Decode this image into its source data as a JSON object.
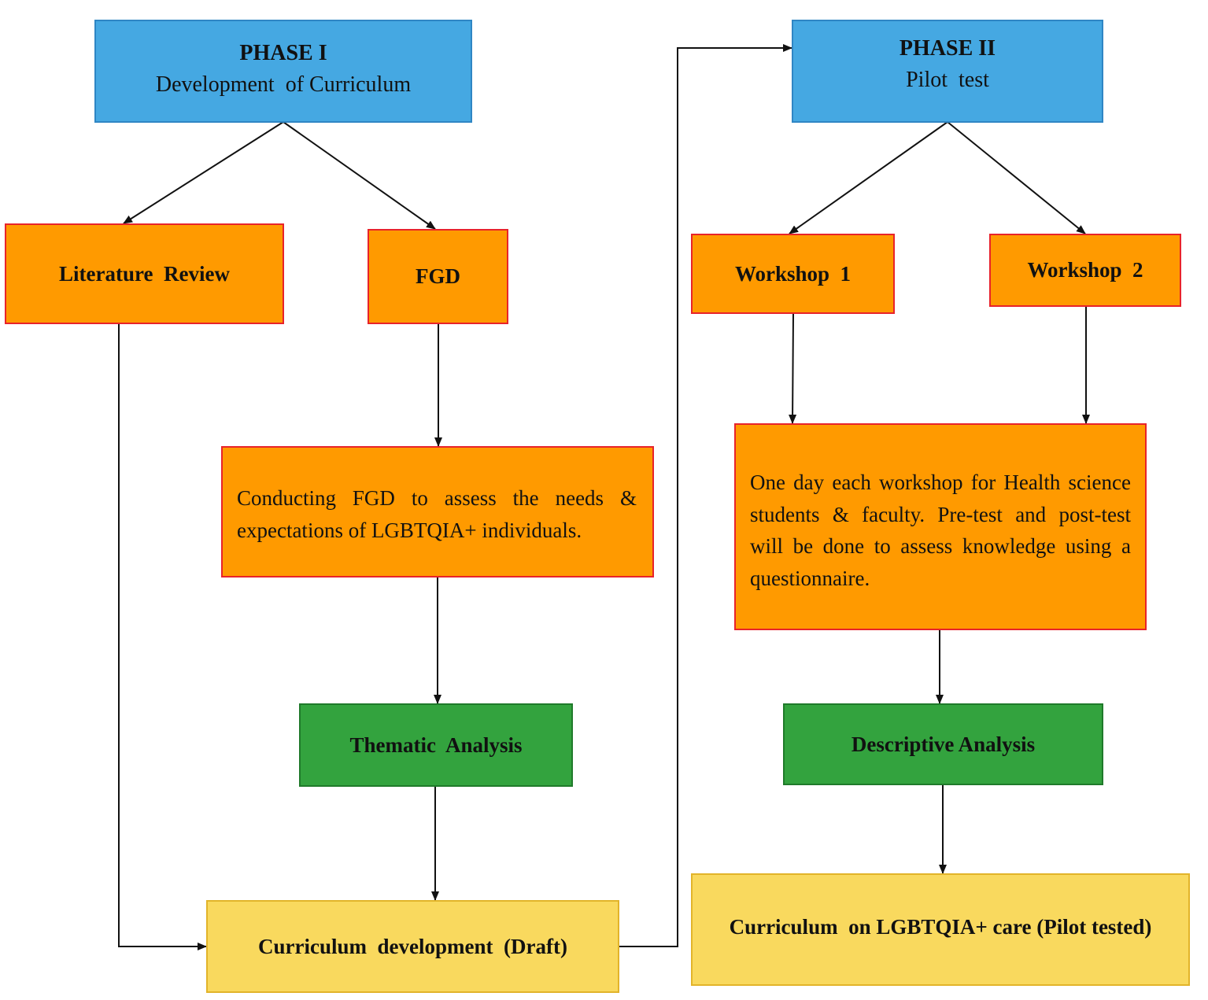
{
  "phase1": {
    "title": "PHASE I",
    "subtitle": "Development  of Curriculum"
  },
  "phase2": {
    "title": "PHASE II",
    "subtitle": "Pilot  test"
  },
  "literature_review": "Literature  Review",
  "fgd": "FGD",
  "fgd_detail": "Conducting  FGD  to  assess  the  needs  &  expectations  of LGBTQIA+ individuals.",
  "thematic_analysis": "Thematic  Analysis",
  "curriculum_draft": "Curriculum  development  (Draft)",
  "workshop1": "Workshop  1",
  "workshop2": "Workshop  2",
  "workshop_detail": "One  day  each  workshop  for  Health  science  students  &  faculty.  Pre-test  and  post-test  will  be  done  to  assess  knowledge  using  a questionnaire.",
  "descriptive_analysis": "Descriptive Analysis",
  "curriculum_final": "Curriculum  on LGBTQIA+ care (Pilot tested)",
  "colors": {
    "phase_blue": "#45A8E2",
    "step_orange": "#FF9A00",
    "step_border_red": "#E8232A",
    "analysis_green": "#33A33E",
    "output_yellow": "#F9D95E"
  }
}
